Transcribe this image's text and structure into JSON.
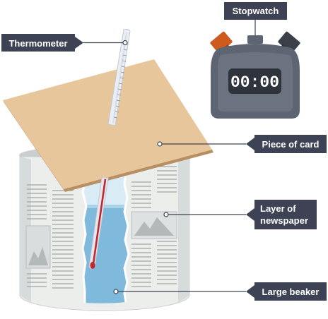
{
  "labels": {
    "thermometer": "Thermometer",
    "stopwatch": "Stopwatch",
    "piece_of_card": "Piece of card",
    "layer_of_newspaper_line1": "Layer of",
    "layer_of_newspaper_line2": "newspaper",
    "large_beaker": "Large beaker"
  },
  "stopwatch": {
    "display": "00:00"
  },
  "colors": {
    "label_background": "#3d4354",
    "card": "#e8c69b",
    "water": "#7fb9dc",
    "stopwatch_body": "#5e6572",
    "stopwatch_left_button": "#cf5a1e",
    "stopwatch_right_button": "#3b3f48",
    "newspaper": "#eceeec"
  }
}
